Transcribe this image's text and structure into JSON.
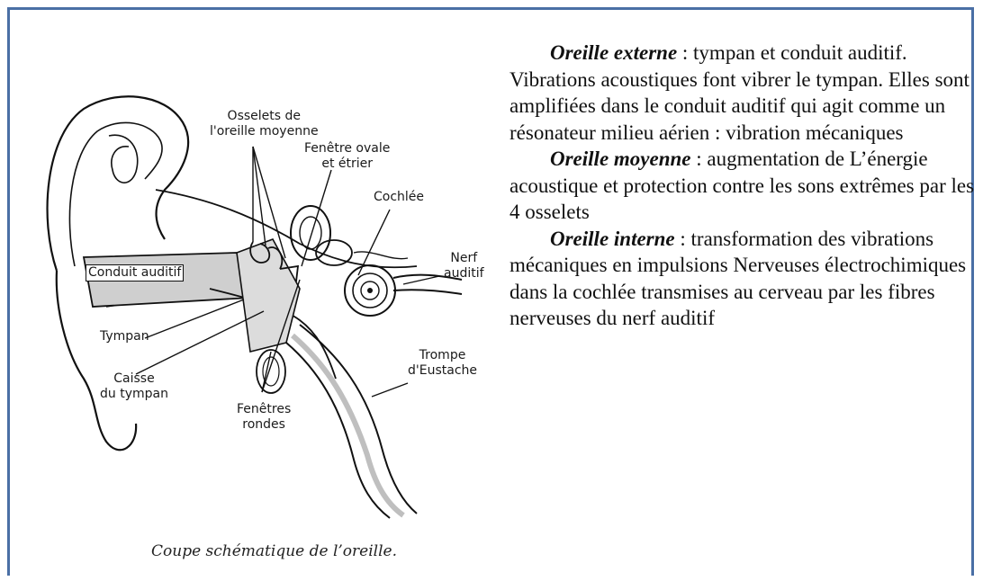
{
  "figure": {
    "labels": {
      "osselets": "Osselets de\nl'oreille moyenne",
      "fenetre_ovale": "Fenêtre ovale\net étrier",
      "cochlee": "Cochlée",
      "nerf": "Nerf\nauditif",
      "conduit": "Conduit auditif",
      "tympan": "Tympan",
      "trompe": "Trompe\nd'Eustache",
      "caisse": "Caisse\ndu tympan",
      "fenetres_rondes": "Fenêtres\nrondes"
    },
    "caption": "Coupe schématique de l’oreille."
  },
  "text": {
    "externe": {
      "term": "Oreille externe",
      "body": " : tympan et conduit auditif. Vibrations acoustiques font vibrer le tympan. Elles sont amplifiées dans le conduit auditif qui agit comme un résonateur milieu aérien : vibration mécaniques"
    },
    "moyenne": {
      "term": "Oreille moyenne",
      "body": " : augmentation de L’énergie acoustique et protection contre les sons extrêmes par les 4 osselets"
    },
    "interne": {
      "term": "Oreille interne",
      "body": " : transformation des vibrations mécaniques en impulsions Nerveuses électrochimiques dans la cochlée transmises au cerveau par les fibres nerveuses du nerf auditif"
    }
  }
}
